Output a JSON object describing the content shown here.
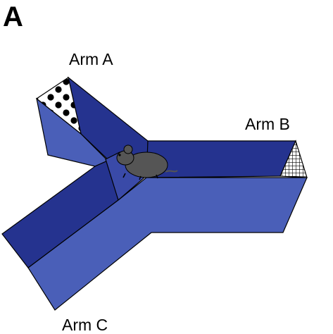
{
  "panel_label": "A",
  "arms": {
    "a": {
      "label": "Arm A",
      "pattern": "dots"
    },
    "b": {
      "label": "Arm B",
      "pattern": "grid"
    },
    "c": {
      "label": "Arm C",
      "pattern": "none"
    }
  },
  "colors": {
    "maze_light": "#4a5fb8",
    "maze_mid": "#3a4aa8",
    "maze_dark": "#25338f",
    "mouse": "#555555",
    "outline": "#000000"
  },
  "icons": {
    "subject": "mouse-icon"
  }
}
